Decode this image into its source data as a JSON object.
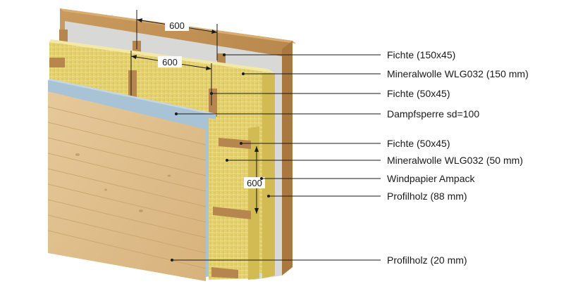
{
  "dimensions": {
    "top": "600",
    "middle": "600",
    "side": "600"
  },
  "callouts": [
    {
      "label": "Fichte (150x45)"
    },
    {
      "label": "Mineralwolle WLG032 (150 mm)"
    },
    {
      "label": "Fichte (50x45)"
    },
    {
      "label": "Dampfsperre sd=100"
    },
    {
      "label": "Fichte (50x45)"
    },
    {
      "label": "Mineralwolle WLG032 (50 mm)"
    },
    {
      "label": "Windpapier Ampack"
    },
    {
      "label": "Profilholz (88 mm)"
    },
    {
      "label": "Profilholz (20 mm)"
    }
  ],
  "colors": {
    "outer_wood": "#c99a5e",
    "inner_wood": "#e2c392",
    "stud": "#b7864e",
    "insulation": "#e8d46a",
    "vapor_barrier": "#a9c3d6",
    "wind_paper": "#d8d8d6"
  }
}
